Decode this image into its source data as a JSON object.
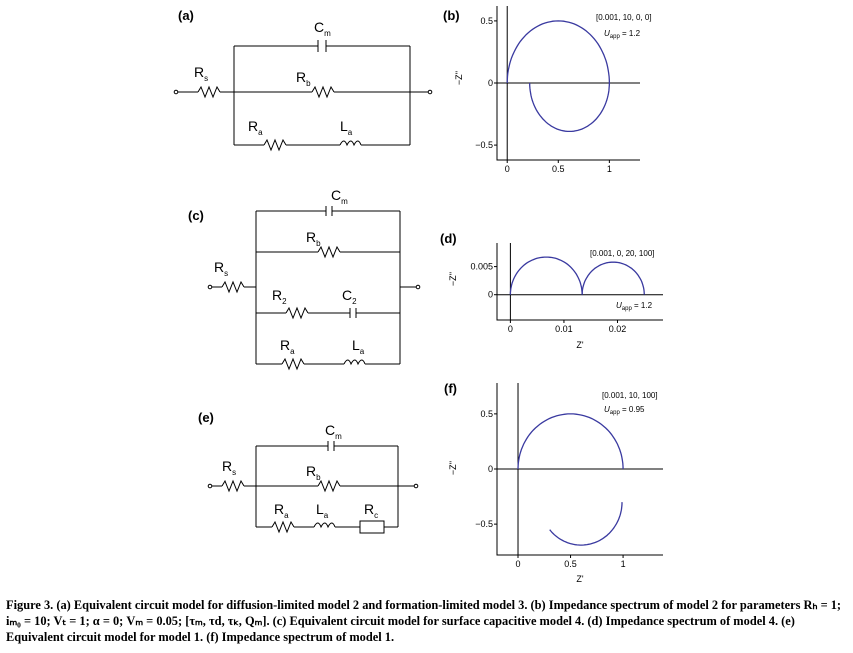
{
  "panels": {
    "a": {
      "label": "(a)",
      "comps": {
        "cm": "C",
        "cm_sub": "m",
        "rs": "R",
        "rs_sub": "s",
        "rb": "R",
        "rb_sub": "b",
        "ra": "R",
        "ra_sub": "a",
        "la": "L",
        "la_sub": "a"
      }
    },
    "c": {
      "label": "(c)",
      "comps": {
        "cm": "C",
        "cm_sub": "m",
        "rs": "R",
        "rs_sub": "s",
        "rb": "R",
        "rb_sub": "b",
        "r2": "R",
        "r2_sub": "2",
        "c2": "C",
        "c2_sub": "2",
        "ra": "R",
        "ra_sub": "a",
        "la": "L",
        "la_sub": "a"
      }
    },
    "e": {
      "label": "(e)",
      "comps": {
        "cm": "C",
        "cm_sub": "m",
        "rs": "R",
        "rs_sub": "s",
        "rb": "R",
        "rb_sub": "b",
        "ra": "R",
        "ra_sub": "a",
        "la": "L",
        "la_sub": "a",
        "rc": "R",
        "rc_sub": "c"
      }
    }
  },
  "chart_data": [
    {
      "id": "b",
      "panel_label": "(b)",
      "type": "line",
      "x_ticks": [
        "0",
        "0.5",
        "1"
      ],
      "y_ticks": [
        "0.5",
        "0",
        "−0.5"
      ],
      "ylabel": "−Z''",
      "xlabel": "",
      "xlim": [
        -0.1,
        1.3
      ],
      "ylim": [
        -0.62,
        0.62
      ],
      "params": "[0.001, 10, 0, 0]",
      "uapp_label": "U",
      "uapp_sub": "app",
      "uapp_value": " = 1.2",
      "series": [
        {
          "loops": [
            {
              "cx": 0.5,
              "cy": 0.0,
              "r": 0.5,
              "from": 180,
              "to": 360
            },
            {
              "cx": 0.61,
              "cy": 0.0,
              "r": 0.39,
              "from": 0,
              "to": 180
            }
          ]
        }
      ]
    },
    {
      "id": "d",
      "panel_label": "(d)",
      "type": "line",
      "x_ticks": [
        "0",
        "0.01",
        "0.02"
      ],
      "y_ticks": [
        "0.005",
        "0"
      ],
      "ylabel": "−Z''",
      "xlabel": "Z'",
      "xlim": [
        -0.0025,
        0.0285
      ],
      "ylim": [
        -0.0045,
        0.0092
      ],
      "params": "[0.001, 0, 20, 100]",
      "uapp_label": "U",
      "uapp_sub": "app",
      "uapp_value": " = 1.2",
      "series": [
        {
          "loops": [
            {
              "cx": 0.0067,
              "cy": 0.0,
              "r": 0.0067,
              "from": 180,
              "to": 360
            },
            {
              "cx": 0.0192,
              "cy": 0.0,
              "r": 0.0058,
              "from": 180,
              "to": 360
            }
          ]
        }
      ]
    },
    {
      "id": "f",
      "panel_label": "(f)",
      "type": "line",
      "x_ticks": [
        "0",
        "0.5",
        "1"
      ],
      "y_ticks": [
        "0.5",
        "0",
        "−0.5"
      ],
      "ylabel": "−Z''",
      "xlabel": "Z'",
      "xlim": [
        -0.2,
        1.38
      ],
      "ylim": [
        -0.78,
        0.78
      ],
      "params": "[0.001, 10, 100]",
      "uapp_label": "U",
      "uapp_sub": "app",
      "uapp_value": " = 0.95",
      "series": [
        {
          "loops": [
            {
              "cx": 0.5,
              "cy": 0.0,
              "r": 0.5,
              "from": 180,
              "to": 360
            },
            {
              "cx": 0.6,
              "cy": -0.3,
              "r": 0.39,
              "from": 0,
              "to": 140
            }
          ]
        }
      ]
    }
  ],
  "caption": {
    "fig": "Figure 3.",
    "text": " (a) Equivalent circuit model for diffusion-limited model 2 and formation-limited model 3. (b) Impedance spectrum of model 2 for parameters Rₕ = 1; iₘ₀ = 10; Vₜ = 1; α = 0; Vₘ = 0.05; [τₘ, τd, τₖ, Qₘ]. (c) Equivalent circuit model for surface capacitive model 4. (d) Impedance spectrum of model 4. (e) Equivalent circuit model for model 1. (f) Impedance spectrum of model 1."
  }
}
